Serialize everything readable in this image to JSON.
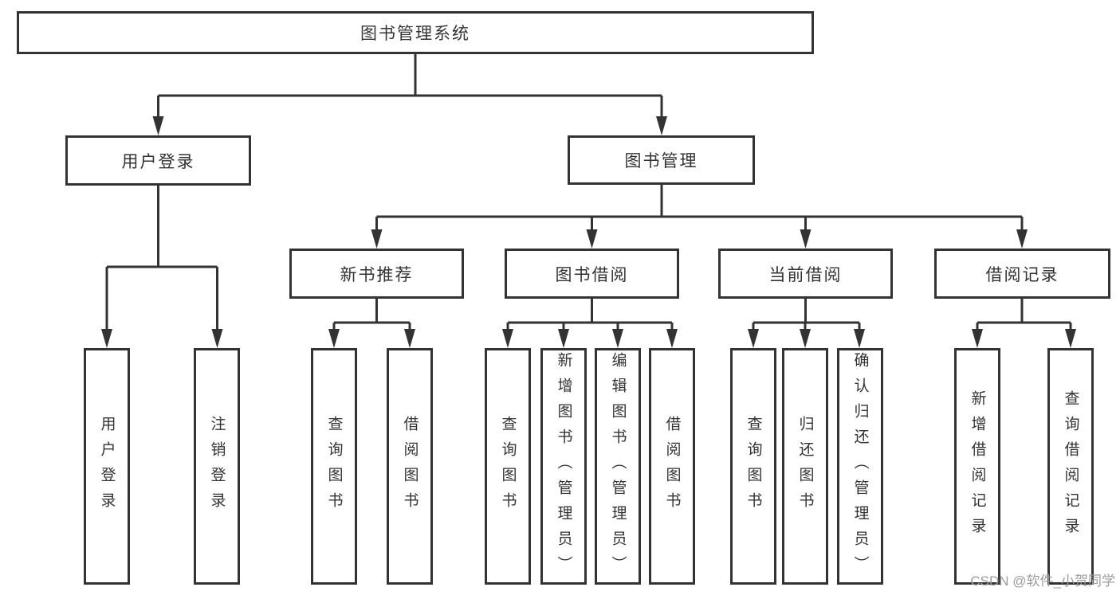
{
  "diagram": {
    "type": "hierarchy",
    "title": "图书管理系统",
    "watermark": "CSDN @软件_小贺同学",
    "colors": {
      "line": "#333333",
      "text": "#333333",
      "node_background": "#ffffff",
      "page_background": "#ffffff",
      "watermark": "#9c9c9c"
    },
    "tree": {
      "label": "图书管理系统",
      "children": [
        {
          "label": "用户登录",
          "children": [
            {
              "label": "用户登录"
            },
            {
              "label": "注销登录"
            }
          ]
        },
        {
          "label": "图书管理",
          "children": [
            {
              "label": "新书推荐",
              "children": [
                {
                  "label": "查询图书"
                },
                {
                  "label": "借阅图书"
                }
              ]
            },
            {
              "label": "图书借阅",
              "children": [
                {
                  "label": "查询图书"
                },
                {
                  "label": "新增图书（管理员）"
                },
                {
                  "label": "编辑图书（管理员）"
                },
                {
                  "label": "借阅图书"
                }
              ]
            },
            {
              "label": "当前借阅",
              "children": [
                {
                  "label": "查询图书"
                },
                {
                  "label": "归还图书"
                },
                {
                  "label": "确认归还（管理员）"
                }
              ]
            },
            {
              "label": "借阅记录",
              "children": [
                {
                  "label": "新增借阅记录"
                },
                {
                  "label": "查询借阅记录"
                }
              ]
            }
          ]
        }
      ]
    }
  }
}
